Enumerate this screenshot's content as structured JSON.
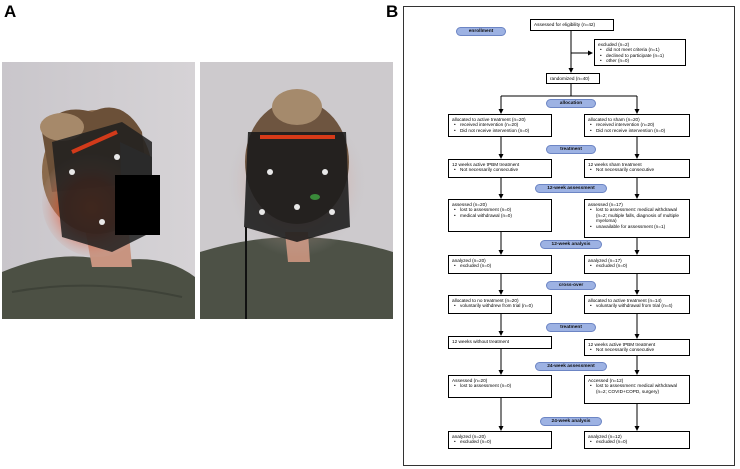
{
  "panels": {
    "a": "A",
    "b": "B"
  },
  "flow": {
    "stages": {
      "enrollment": "enrollment",
      "allocation": "allocation",
      "treatment1": "treatment",
      "assess12": "12-week assessment",
      "analysis12": "12-week analysis",
      "crossover": "cross-over",
      "treatment2": "treatment",
      "assess24": "24-week assessment",
      "analysis24": "24-week analysis"
    },
    "eligibility": "Assessed for eligibility (n=42)",
    "excluded": {
      "title": "excluded (n=2)",
      "items": [
        "did not meet criteria (n=1)",
        "declined to participate (n=1)",
        "other (n=0)"
      ]
    },
    "randomized": "randomized (n=40)",
    "left": {
      "allocation": {
        "title": "allocated to active treatment (n=20)",
        "items": [
          "received intervention (n=20)",
          "Did not receive intervention (n=0)"
        ]
      },
      "treatment1": {
        "title": "12 weeks active tPBM treatment",
        "items": [
          "Not necessarily consecutive"
        ]
      },
      "assess12": {
        "title": "assessed (n=20)",
        "items": [
          "lost to assessment (n=0)",
          "medical withdrawal (n=0)"
        ]
      },
      "analysis12": {
        "title": "analyzed (n=20)",
        "items": [
          "excluded (n=0)"
        ]
      },
      "crossover": {
        "title": "allocated to no treatment (n=20)",
        "items": [
          "voluntarily withdrew from trial (n=0)"
        ]
      },
      "treatment2": {
        "title": "12 weeks without treatment",
        "items": []
      },
      "assess24": {
        "title": "Assessed (n=20)",
        "items": [
          "lost to assessment (n=0)"
        ]
      },
      "analysis24": {
        "title": "analyzed (n=20)",
        "items": [
          "excluded (n=0)"
        ]
      }
    },
    "right": {
      "allocation": {
        "title": "allocated to sham (n=20)",
        "items": [
          "received intervention (n=20)",
          "Did not receive intervention (n=0)"
        ]
      },
      "treatment1": {
        "title": "12 weeks sham treatment",
        "items": [
          "Not necessarily consecutive"
        ]
      },
      "assess12": {
        "title": "assessed (n=17)",
        "items": [
          "lost to assessment: medical withdrawal (n=2; multiple falls, diagnosis of multiple myeloma)",
          "unavailable for assessment (n=1)"
        ]
      },
      "analysis12": {
        "title": "analyzed (n=17)",
        "items": [
          "excluded (n=0)"
        ]
      },
      "crossover": {
        "title": "allocated to active treatment (n=14)",
        "items": [
          "voluntarily withdrawal from trial (n=4)"
        ]
      },
      "treatment2": {
        "title": "12 weeks active tPBM treatment",
        "items": [
          "Not necessarily consecutive"
        ]
      },
      "assess24": {
        "title": "Accessed (n=12)",
        "items": [
          "lost to assessment: medical withdrawal (n=2; COVID+COPD, surgery)"
        ]
      },
      "analysis24": {
        "title": "analyzed (n=12)",
        "items": [
          "excluded (n=0)"
        ]
      }
    }
  }
}
